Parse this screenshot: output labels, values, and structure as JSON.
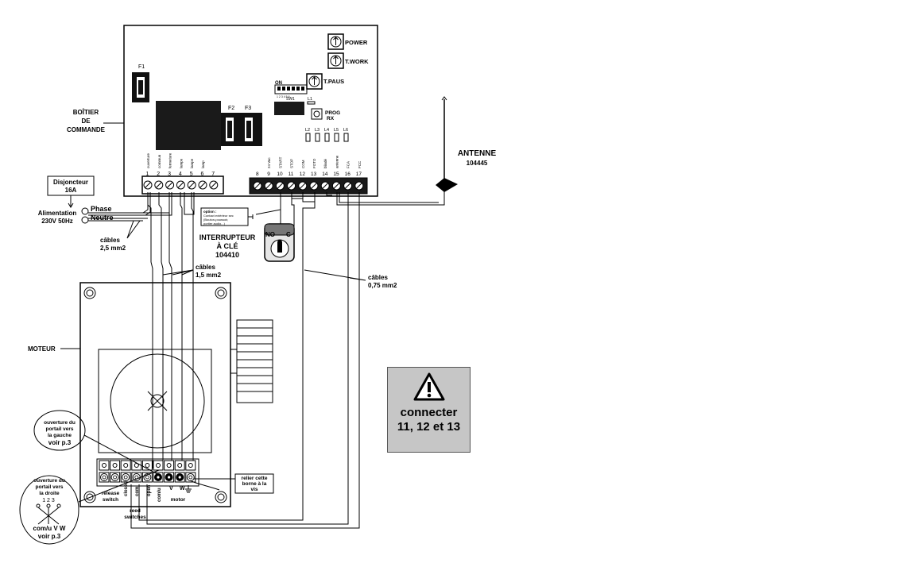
{
  "board": {
    "fuse_f1": "F1",
    "fuse_f2": "F2",
    "fuse_f3": "F3",
    "power": "POWER",
    "twork": "T.WORK",
    "tpaus": "T.PAUS",
    "dip_on": "ON",
    "dip_numbers": "1 2 3 4 5 6",
    "sw1": "SW1",
    "l1": "L1",
    "prog": "PROG",
    "rx": "RX",
    "leds": [
      "L2",
      "L3",
      "L4",
      "L5",
      "L6"
    ]
  },
  "terminals_left": [
    {
      "num": "1",
      "label": "ouverture"
    },
    {
      "num": "2",
      "label": "commun"
    },
    {
      "num": "3",
      "label": "fermeture"
    },
    {
      "num": "4",
      "label": "lampe"
    },
    {
      "num": "5",
      "label": "lampe"
    },
    {
      "num": "6",
      "label": "lamp"
    },
    {
      "num": "7",
      "label": ""
    }
  ],
  "terminals_right": [
    {
      "num": "8",
      "label": ""
    },
    {
      "num": "9",
      "label": "24 Vac"
    },
    {
      "num": "10",
      "label": "START"
    },
    {
      "num": "11",
      "label": "STOP"
    },
    {
      "num": "12",
      "label": "COM"
    },
    {
      "num": "13",
      "label": "FOTO"
    },
    {
      "num": "14",
      "label": "blindé"
    },
    {
      "num": "15",
      "label": "antenne"
    },
    {
      "num": "16",
      "label": "FCA"
    },
    {
      "num": "17",
      "label": "FCC"
    }
  ],
  "labels": {
    "boitier_1": "BOÎTIER",
    "boitier_2": "DE",
    "boitier_3": "COMMANDE",
    "disjoncteur_1": "Disjoncteur",
    "disjoncteur_2": "16A",
    "alimentation_1": "Alimentation",
    "alimentation_2": "230V 50Hz",
    "phase": "Phase",
    "neutre": "Neutre",
    "option_1": "option :",
    "option_2": "Contact extérieur sec",
    "option_3": "(Bouton-poussoir,",
    "option_4": "portier audio...)",
    "interrupteur_1": "INTERRUPTEUR",
    "interrupteur_2": "À CLÉ",
    "interrupteur_3": "104410",
    "key_no": "NO",
    "key_c": "C",
    "cables_25_1": "câbles",
    "cables_25_2": "2,5 mm2",
    "cables_15_1": "câbles",
    "cables_15_2": "1,5 mm2",
    "cables_075_1": "câbles",
    "cables_075_2": "0,75 mm2",
    "antenne_1": "ANTENNE",
    "antenne_2": "104445",
    "moteur": "MOTEUR",
    "gauche_1": "ouverture du",
    "gauche_2": "portail vers",
    "gauche_3": "la gauche",
    "gauche_4": "voir p.3",
    "droite_1": "ouverture du",
    "droite_2": "portail vers",
    "droite_3": "la droite",
    "droite_nums": "1   2   3",
    "droite_bottom": "com/u  V  W",
    "droite_voir": "voir p.3",
    "relier_1": "relier cette",
    "relier_2": "borne à la",
    "relier_3": "vis",
    "release_1": "release",
    "release_2": "switch",
    "closed": "closed",
    "com": "com",
    "open": "open",
    "comu": "com/u",
    "v": "V",
    "w": "W",
    "motor": "motor",
    "reed_1": "reed",
    "reed_2": "switches"
  },
  "warning": {
    "line1": "connecter",
    "line2": "11, 12 et 13"
  }
}
